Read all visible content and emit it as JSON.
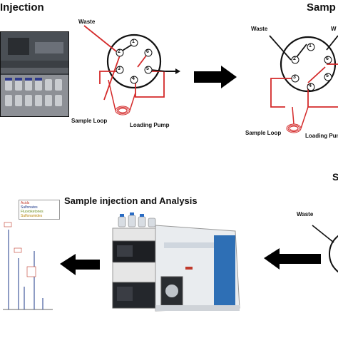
{
  "titles": {
    "top_left": "Injection",
    "top_right": "Samp",
    "bottom_center": "Sample injection and Analysis",
    "bottom_right": "S"
  },
  "valve_left": {
    "waste": "Waste",
    "sample_loop": "Sample Loop",
    "loading_pump": "Loading Pump",
    "ports": [
      "1",
      "2",
      "3",
      "4",
      "5",
      "6"
    ]
  },
  "valve_right": {
    "waste": "Waste",
    "waste_cut": "W",
    "sample_loop": "Sample Loop",
    "loading_pump": "Loading Pump",
    "ports": [
      "1",
      "2",
      "3",
      "4",
      "5",
      "6"
    ]
  },
  "valve_bottom": {
    "waste": "Waste"
  },
  "chromatogram": {
    "legend": [
      "Acids",
      "Sulfonates",
      "Fluoroketones",
      "Sulfonamides"
    ]
  },
  "colors": {
    "red_line": "#d42a2a",
    "arrow": "#000000",
    "instrument_blue": "#2e6fb5"
  }
}
